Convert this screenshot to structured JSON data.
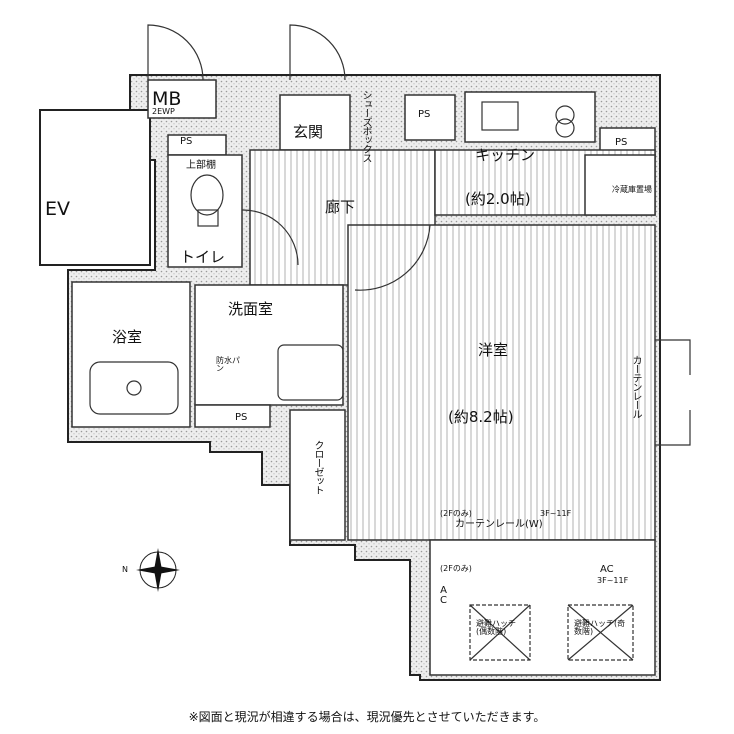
{
  "rooms": {
    "mb": "MB",
    "mb_sub": "2EWP",
    "ev": "EV",
    "entrance": "玄関",
    "shoebox": "シューズボックス",
    "ps": "PS",
    "kitchen": "キッチン",
    "kitchen_size": "(約2.0帖)",
    "corridor": "廊下",
    "fridge": "冷蔵庫置場",
    "upper_shelf": "上部棚",
    "toilet": "トイレ",
    "bath": "浴室",
    "washroom": "洗面室",
    "waterproof_pan": "防水パン",
    "western_room": "洋室",
    "western_size": "(約8.2帖)",
    "closet": "クローゼット",
    "curtain_rail": "カーテンレール",
    "curtain_rail_w": "カーテンレール(W)",
    "note_2f_only": "(2Fのみ)",
    "note_3f_11f": "3F~11F",
    "ac": "AC",
    "escape_hatch_even": "避難ハッチ(偶数階)",
    "escape_hatch_odd": "避難ハッチ(奇数階)",
    "compass_n": "N"
  },
  "footnote": "※図面と現況が相違する場合は、現況優先とさせていただきます。"
}
